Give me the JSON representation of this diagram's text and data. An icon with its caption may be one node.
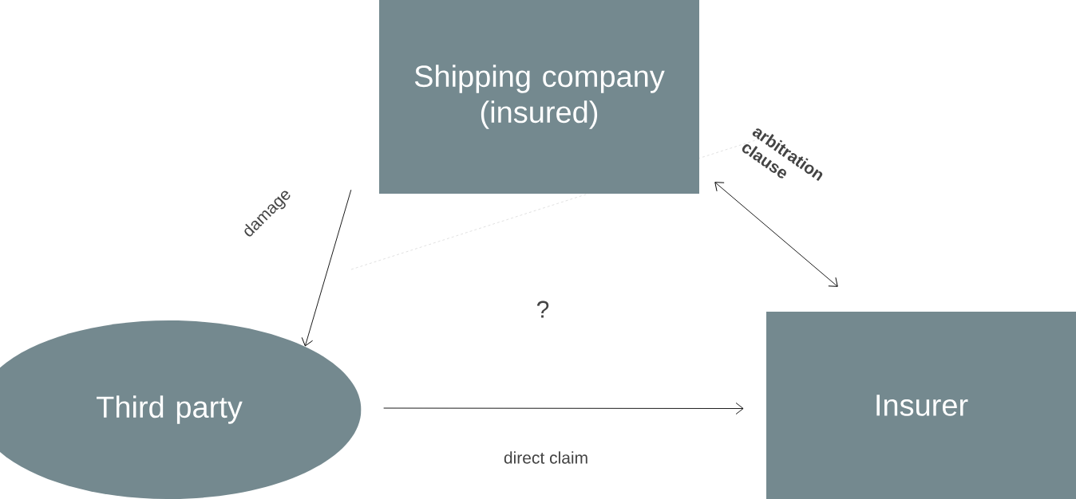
{
  "diagram": {
    "nodes": [
      {
        "text": [
          "Shipping company (insured)"
        ]
      },
      {
        "text": [
          "Third party"
        ]
      },
      {
        "text": [
          "Insurer"
        ]
      }
    ],
    "edges": [
      {
        "from": 0,
        "to": 1,
        "arrow": "to",
        "label": "damage"
      },
      {
        "from": 1,
        "to": 2,
        "arrow": "to",
        "label": "direct claim"
      },
      {
        "from": 0,
        "to": 2,
        "arrow": "both",
        "label": "arbitration clause"
      }
    ],
    "labels": [
      "?"
    ]
  }
}
